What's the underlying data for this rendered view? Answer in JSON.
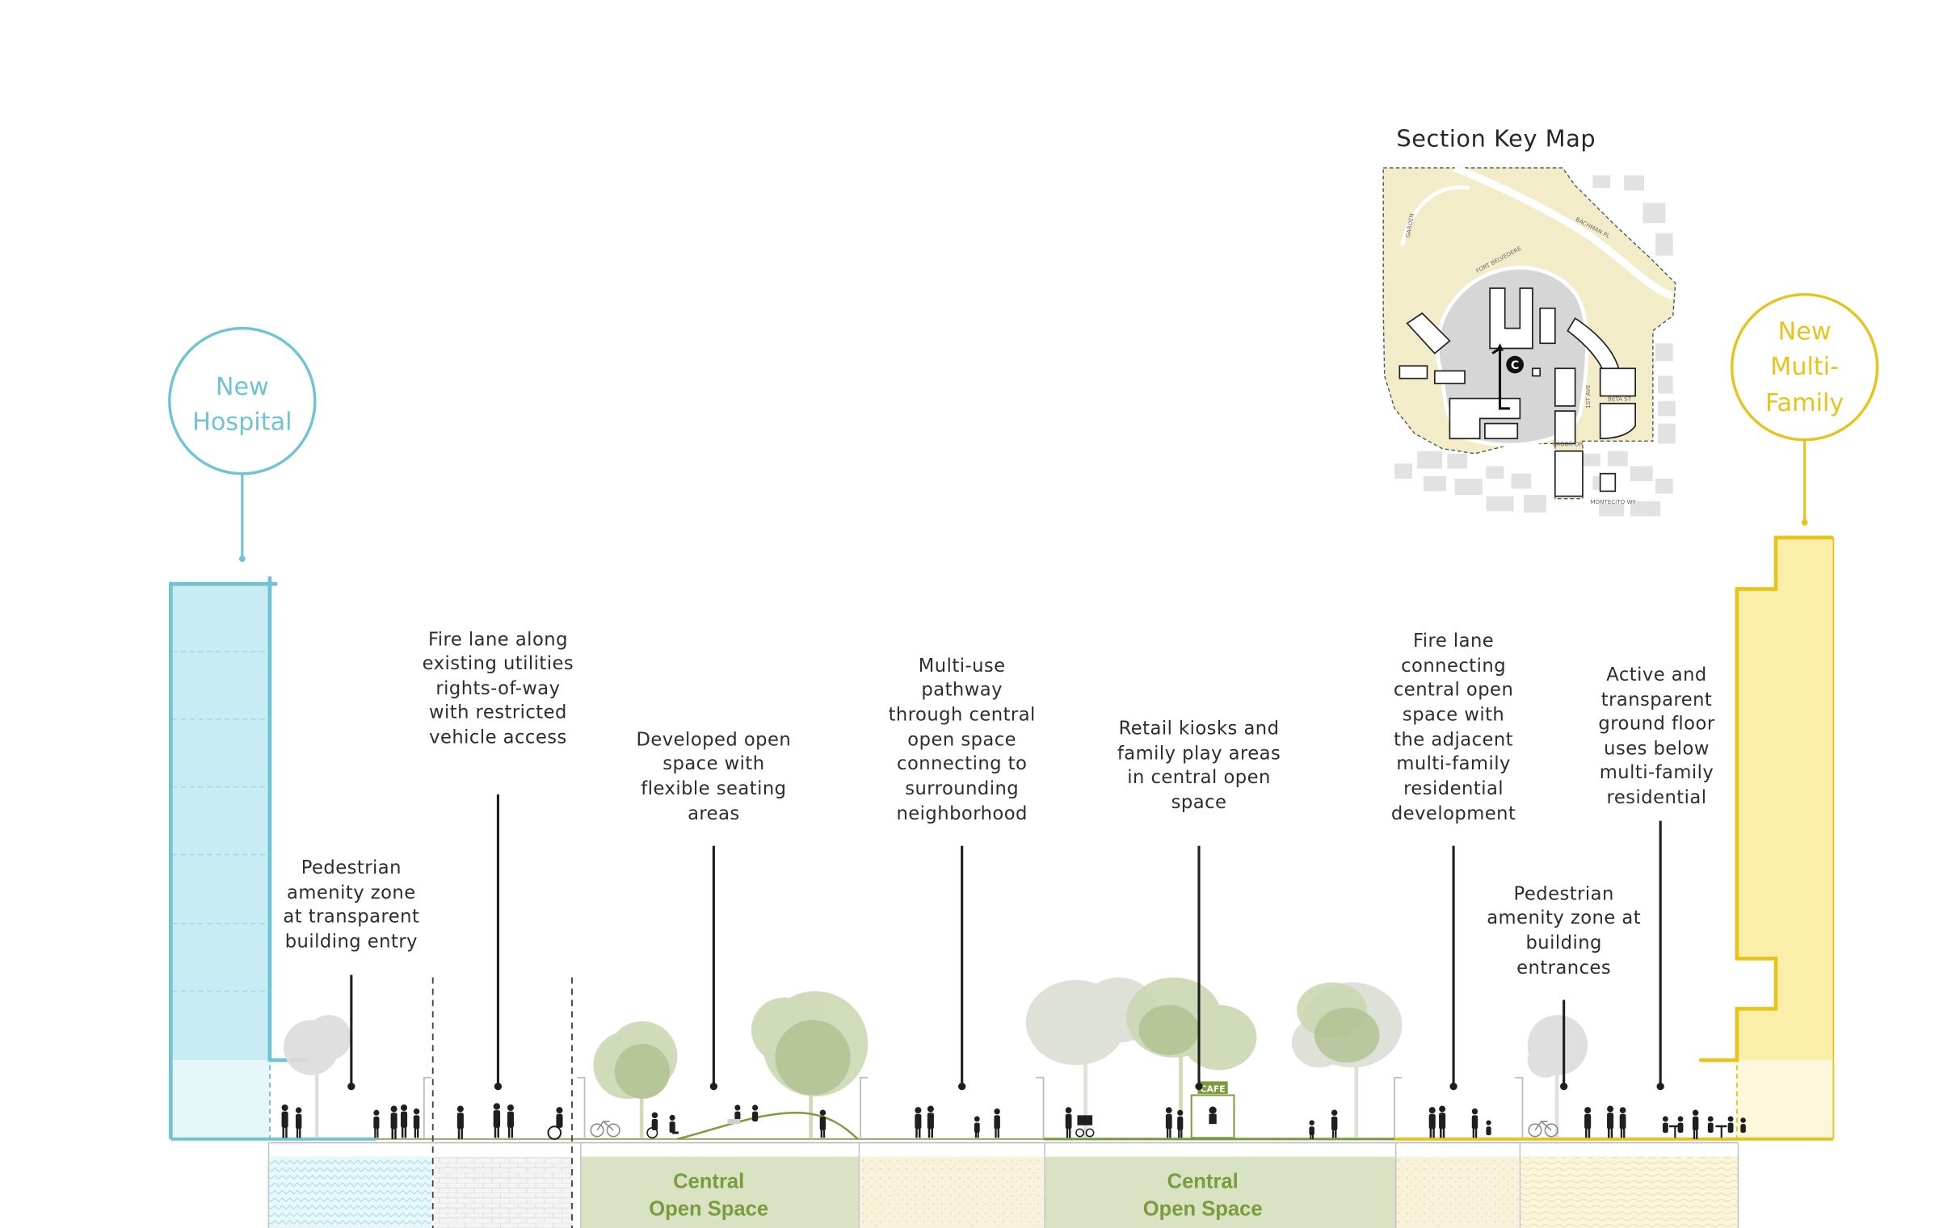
{
  "diagram": {
    "colors": {
      "hospital": "#6fc3d3",
      "hospital_fill": "#c8ecf3",
      "multifamily": "#e6c41c",
      "multifamily_fill": "#fbeea8",
      "central": "#7a9c3c",
      "central_fill": "#d9e3c3",
      "sand": "#f6efd4",
      "paving": "#f0f0f0",
      "leader": "#1e1e1e"
    },
    "hospital": {
      "line1": "New",
      "line2": "Hospital"
    },
    "multifamily": {
      "line1": "New",
      "line2": "Multi-",
      "line3": "Family"
    },
    "keymap": {
      "title": "Section Key Map",
      "marker": "C",
      "streets": [
        "BACHMAN PL",
        "FORT BELVEDERE",
        "1ST AVE",
        "ARBOR DR",
        "MONTECITO WY",
        "BETA ST",
        "GARDEN"
      ]
    },
    "annotations": [
      {
        "lines": [
          "Pedestrian",
          "amenity zone",
          "at transparent",
          "building entry"
        ]
      },
      {
        "lines": [
          "Fire lane along",
          "existing utilities",
          "rights-of-way",
          "with restricted",
          "vehicle access"
        ]
      },
      {
        "lines": [
          "Developed open",
          "space with",
          "flexible seating",
          "areas"
        ]
      },
      {
        "lines": [
          "Multi-use",
          "pathway",
          "through central",
          "open space",
          "connecting to",
          "surrounding",
          "neighborhood"
        ]
      },
      {
        "lines": [
          "Retail kiosks and",
          "family play areas",
          "in central open",
          "space"
        ]
      },
      {
        "lines": [
          "Fire lane",
          "connecting",
          "central open",
          "space with",
          "the adjacent",
          "multi-family",
          "residential",
          "development"
        ]
      },
      {
        "lines": [
          "Pedestrian",
          "amenity zone at",
          "building",
          "entrances"
        ]
      },
      {
        "lines": [
          "Active and",
          "transparent",
          "ground floor",
          "uses below",
          "multi-family",
          "residential"
        ]
      }
    ],
    "zones": [
      {
        "line1": "Central",
        "line2": "Open Space"
      },
      {
        "line1": "Central",
        "line2": "Open Space"
      }
    ],
    "kiosk_sign": "CAFE"
  }
}
